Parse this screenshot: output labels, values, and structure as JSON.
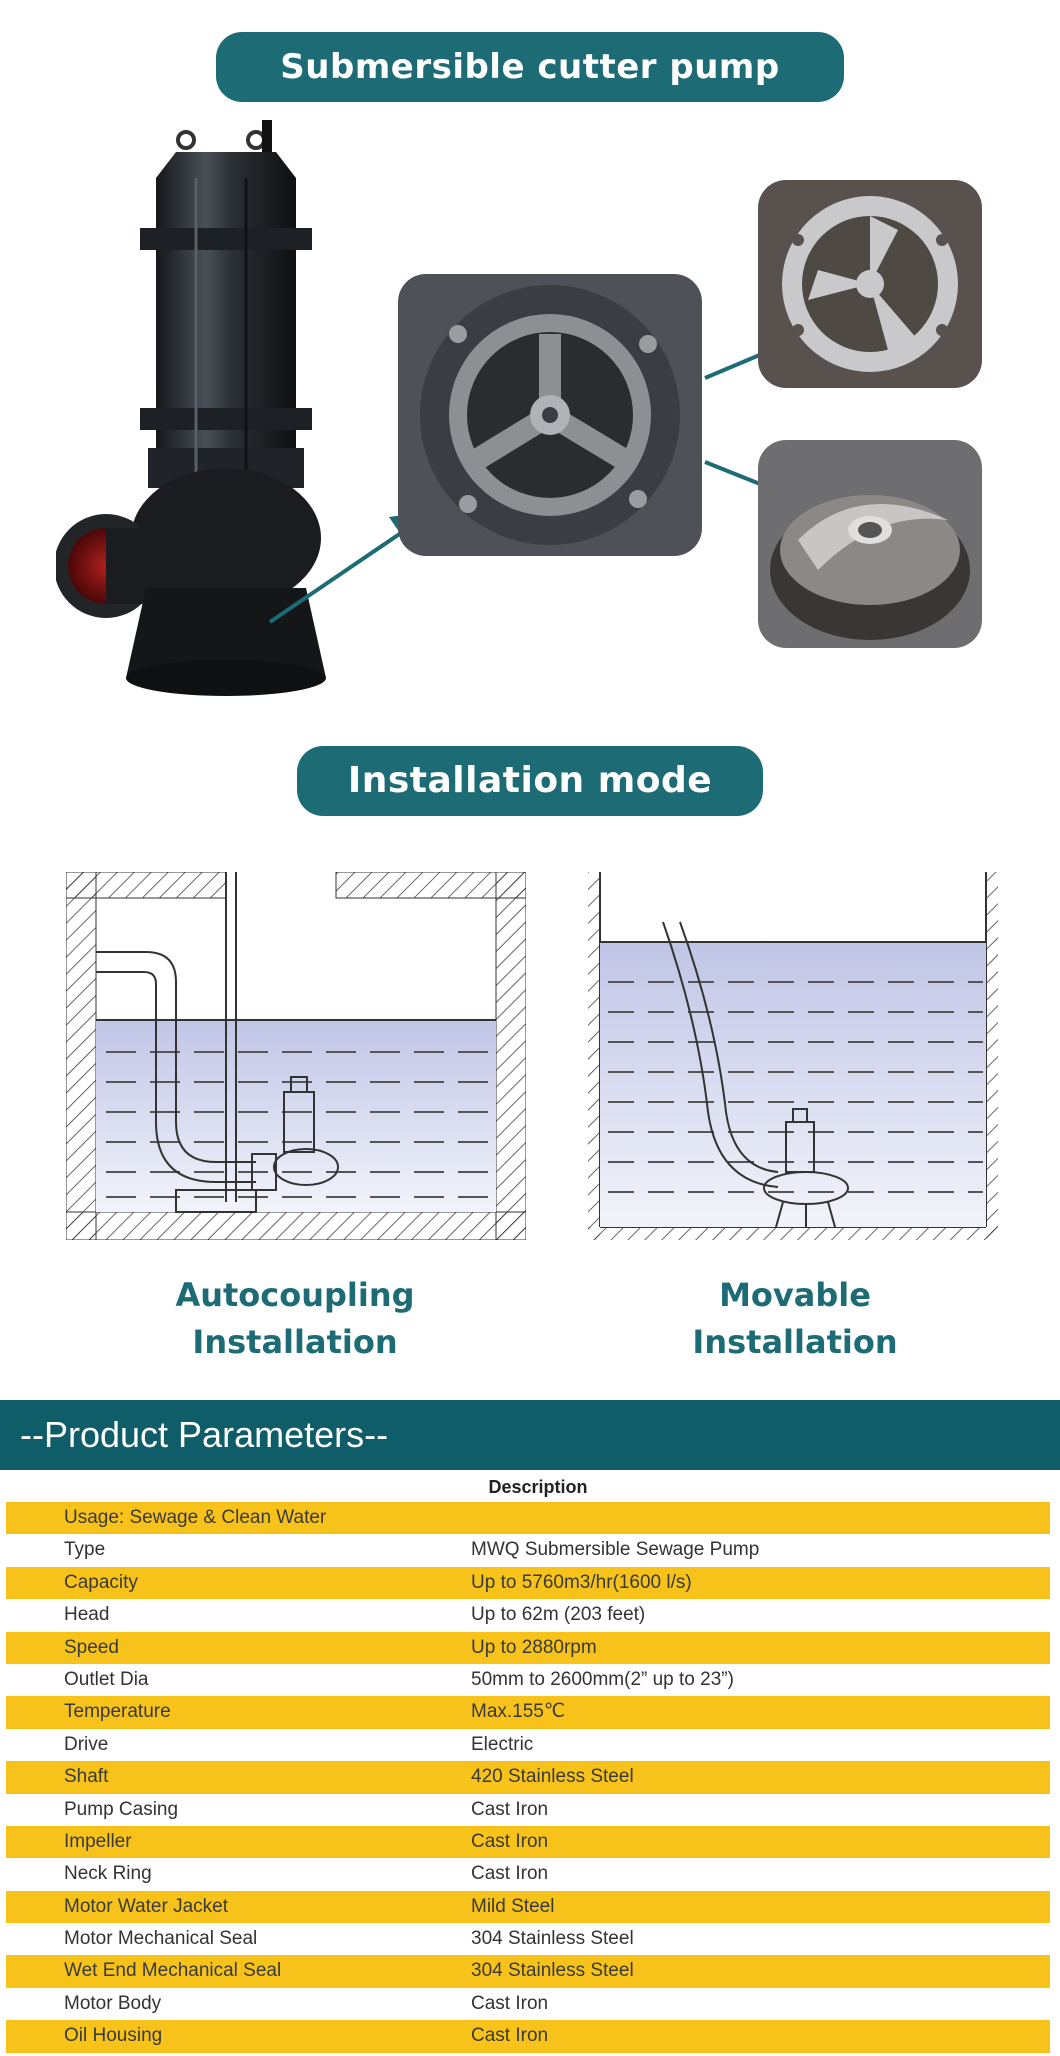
{
  "titles": {
    "pump_section": "Submersible cutter pump",
    "install_section": "Installation mode",
    "params_banner": "--Product Parameters--"
  },
  "install_captions": {
    "autocoupling": [
      "Autocoupling",
      "Installation"
    ],
    "movable": [
      "Movable",
      "Installation"
    ]
  },
  "table": {
    "header": "Description",
    "rows": [
      {
        "key": "Usage: Sewage & Clean Water",
        "value": ""
      },
      {
        "key": "Type",
        "value": "MWQ Submersible Sewage Pump"
      },
      {
        "key": "Capacity",
        "value": "Up to 5760m3/hr(1600 l/s)"
      },
      {
        "key": "Head",
        "value": "Up to 62m (203 feet)"
      },
      {
        "key": "Speed",
        "value": "Up to 2880rpm"
      },
      {
        "key": "Outlet Dia",
        "value": "50mm to 2600mm(2” up to 23”)"
      },
      {
        "key": "Temperature",
        "value": "Max.155℃"
      },
      {
        "key": "Drive",
        "value": "Electric"
      },
      {
        "key": "Shaft",
        "value": "420 Stainless Steel"
      },
      {
        "key": "Pump Casing",
        "value": "Cast Iron"
      },
      {
        "key": "Impeller",
        "value": "Cast Iron"
      },
      {
        "key": "Neck Ring",
        "value": "Cast Iron"
      },
      {
        "key": "Motor Water Jacket",
        "value": "Mild Steel"
      },
      {
        "key": "Motor Mechanical Seal",
        "value": "304 Stainless Steel"
      },
      {
        "key": "Wet End Mechanical Seal",
        "value": "304 Stainless Steel"
      },
      {
        "key": "Motor Body",
        "value": "Cast Iron"
      },
      {
        "key": "Oil Housing",
        "value": "Cast Iron"
      }
    ]
  },
  "colors": {
    "teal": "#1d6b75",
    "banner_teal": "#0f5d68",
    "row_yellow": "#f7c31b",
    "water": "#c9cdea"
  }
}
